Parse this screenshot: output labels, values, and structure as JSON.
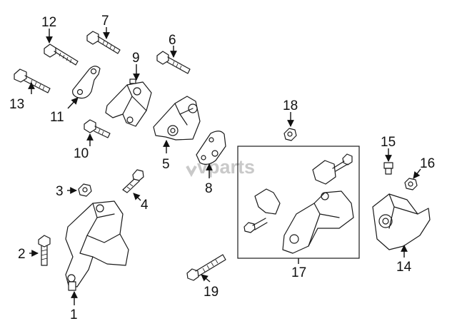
{
  "callouts": [
    "1",
    "2",
    "3",
    "4",
    "5",
    "6",
    "7",
    "8",
    "9",
    "10",
    "11",
    "12",
    "13",
    "14",
    "15",
    "16",
    "17",
    "18",
    "19"
  ],
  "watermark": "vparts"
}
